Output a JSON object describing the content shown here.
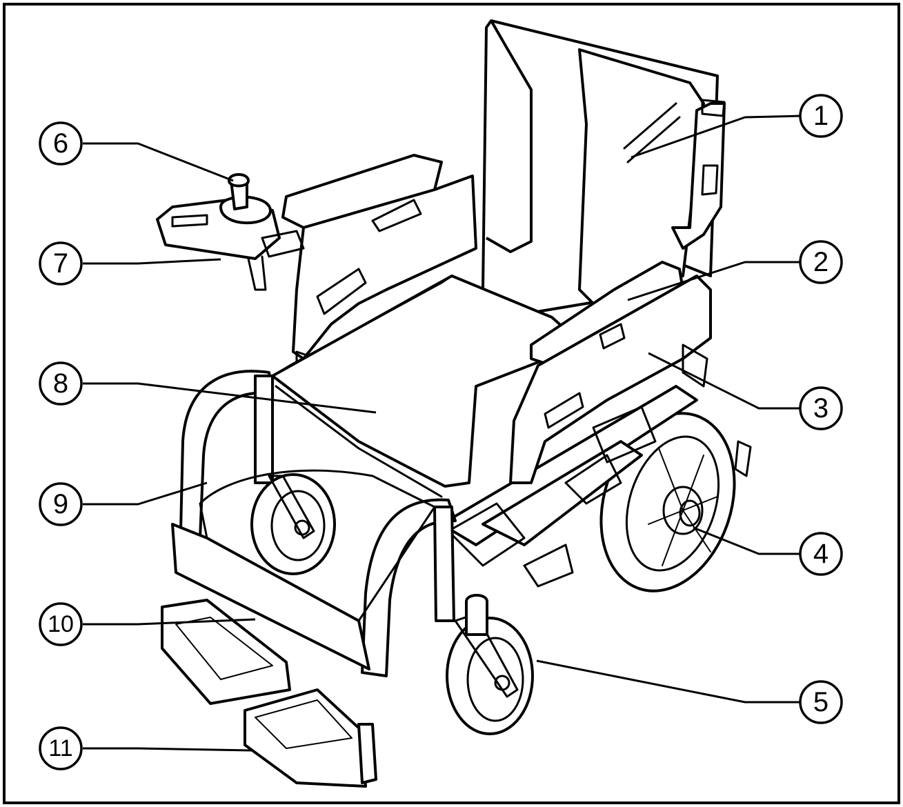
{
  "callouts": [
    {
      "label": "1"
    },
    {
      "label": "2"
    },
    {
      "label": "3"
    },
    {
      "label": "4"
    },
    {
      "label": "5"
    },
    {
      "label": "6"
    },
    {
      "label": "7"
    },
    {
      "label": "8"
    },
    {
      "label": "9"
    },
    {
      "label": "10"
    },
    {
      "label": "11"
    }
  ],
  "icons": {
    "wheelchair": "power-wheelchair-illustration"
  },
  "colors": {
    "line": "#000000",
    "background": "#ffffff"
  }
}
